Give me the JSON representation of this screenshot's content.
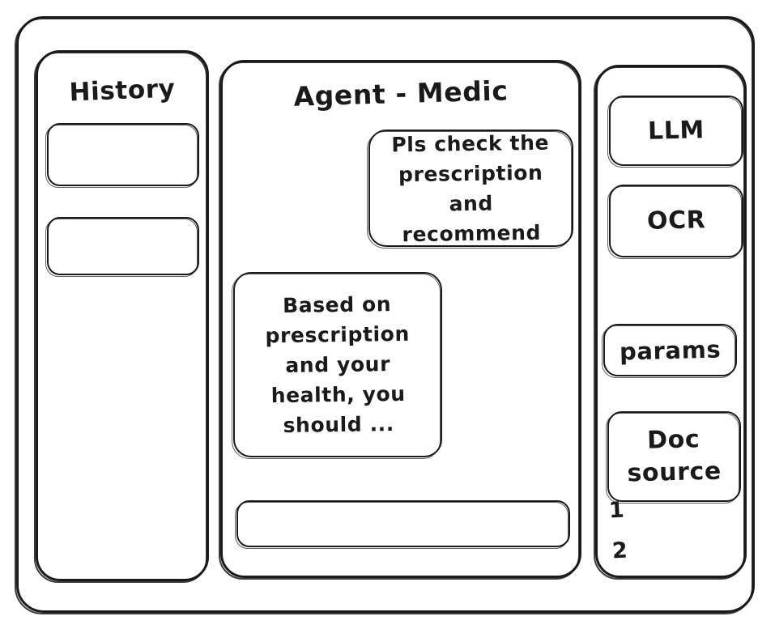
{
  "window": {
    "title": "Agent - Medic"
  },
  "sidebar": {
    "title": "History",
    "items": [
      {
        "label": ""
      },
      {
        "label": ""
      }
    ]
  },
  "main": {
    "title": "Agent - Medic",
    "messages": [
      {
        "role": "user",
        "lines": [
          "Pls check the",
          "prescription",
          "and recommend"
        ]
      },
      {
        "role": "assistant",
        "lines": [
          "Based on",
          "prescription",
          "and your",
          "health, you",
          "should ..."
        ]
      }
    ],
    "composer": {
      "value": "",
      "placeholder": ""
    }
  },
  "tools": {
    "cards": [
      {
        "id": "llm",
        "label": "LLM"
      },
      {
        "id": "ocr",
        "label": "OCR"
      },
      {
        "id": "params",
        "label": "params"
      },
      {
        "id": "doc-source",
        "lines": [
          "Doc",
          "source"
        ]
      }
    ],
    "doc_refs": [
      "1",
      "2"
    ]
  },
  "colors": {
    "ink": "#1a1a1a",
    "paper": "#ffffff"
  }
}
